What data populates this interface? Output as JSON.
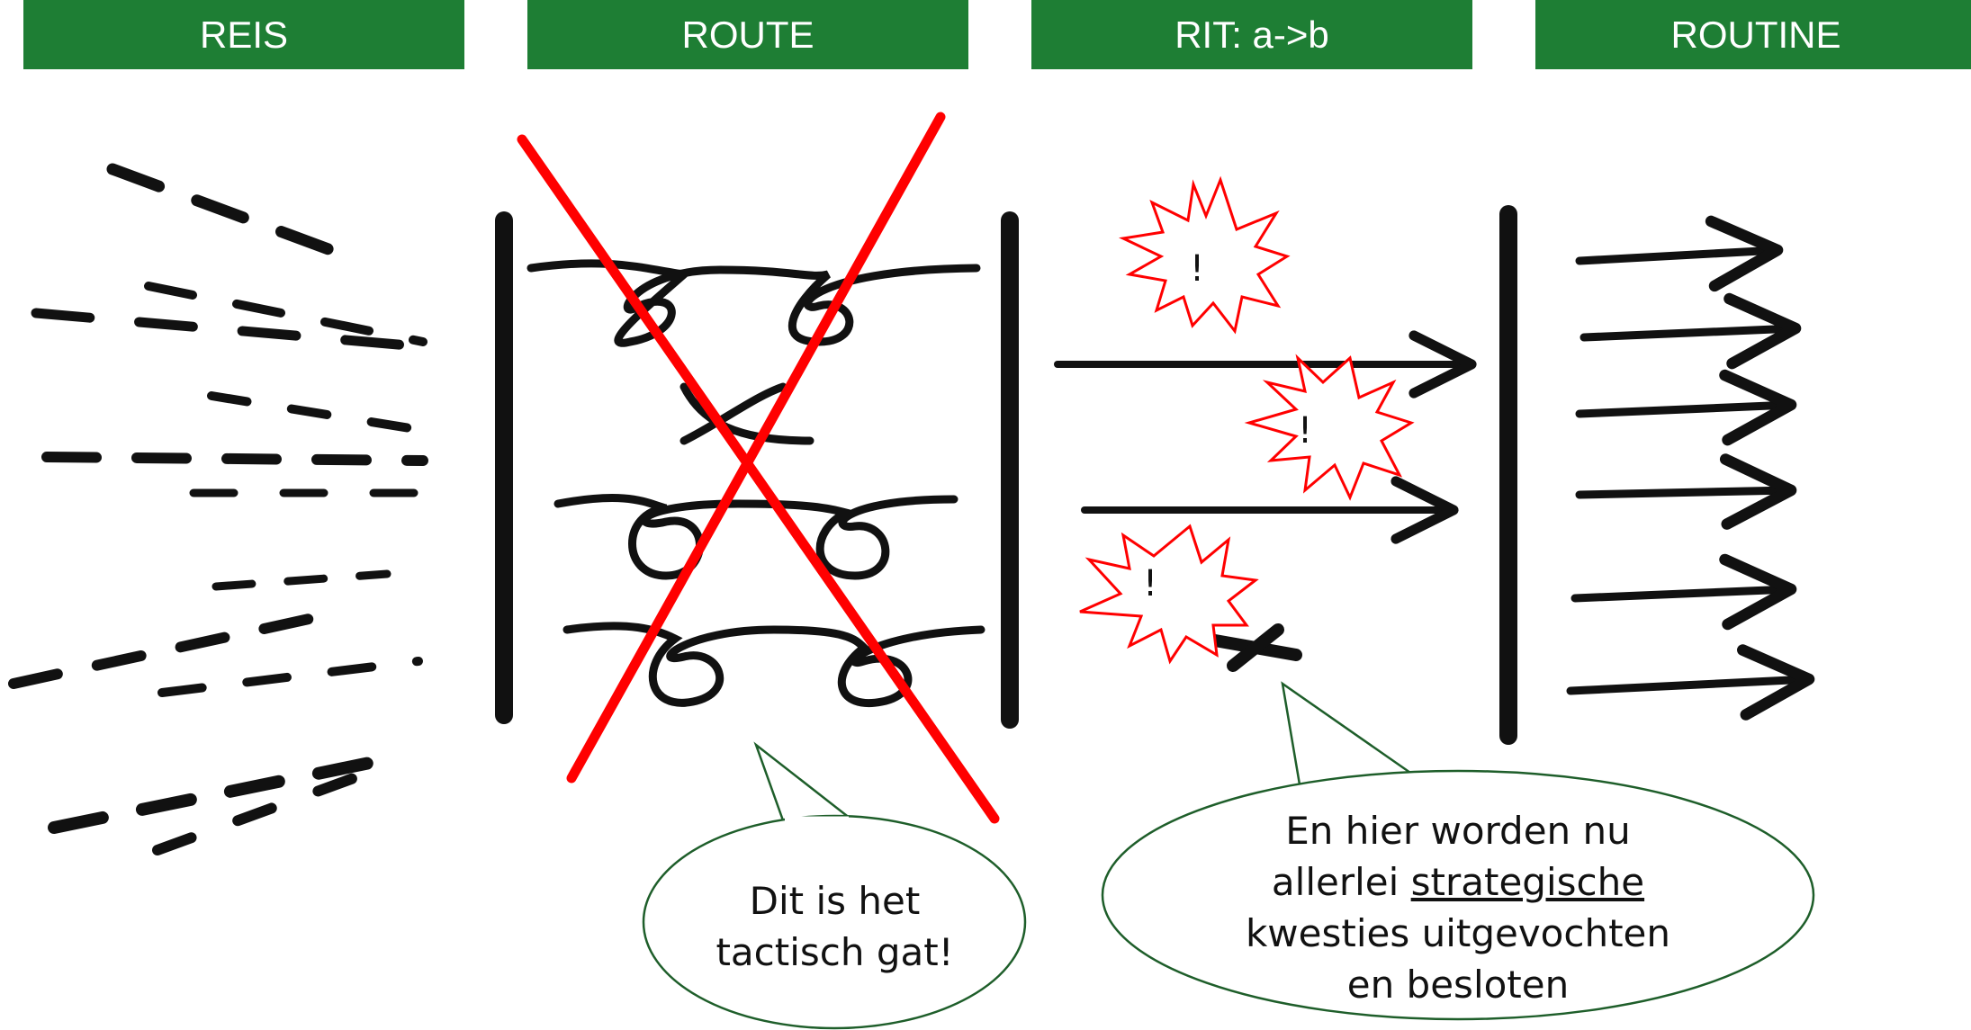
{
  "headers": [
    "REIS",
    "ROUTE",
    "RIT: a->b",
    "ROUTINE"
  ],
  "burst_mark": "!",
  "bubble_left": {
    "line1": "Dit is het",
    "line2": "tactisch gat!"
  },
  "bubble_right": {
    "line1": "En hier worden nu",
    "line2_pre": "allerlei ",
    "line2_underlined": "strategische",
    "line3": "kwesties uitgevochten",
    "line4": "en besloten"
  },
  "colors": {
    "header_bg": "#1e7e34",
    "cross": "#ff0000",
    "bubble_border": "#1e5e2a",
    "ink": "#111111"
  }
}
